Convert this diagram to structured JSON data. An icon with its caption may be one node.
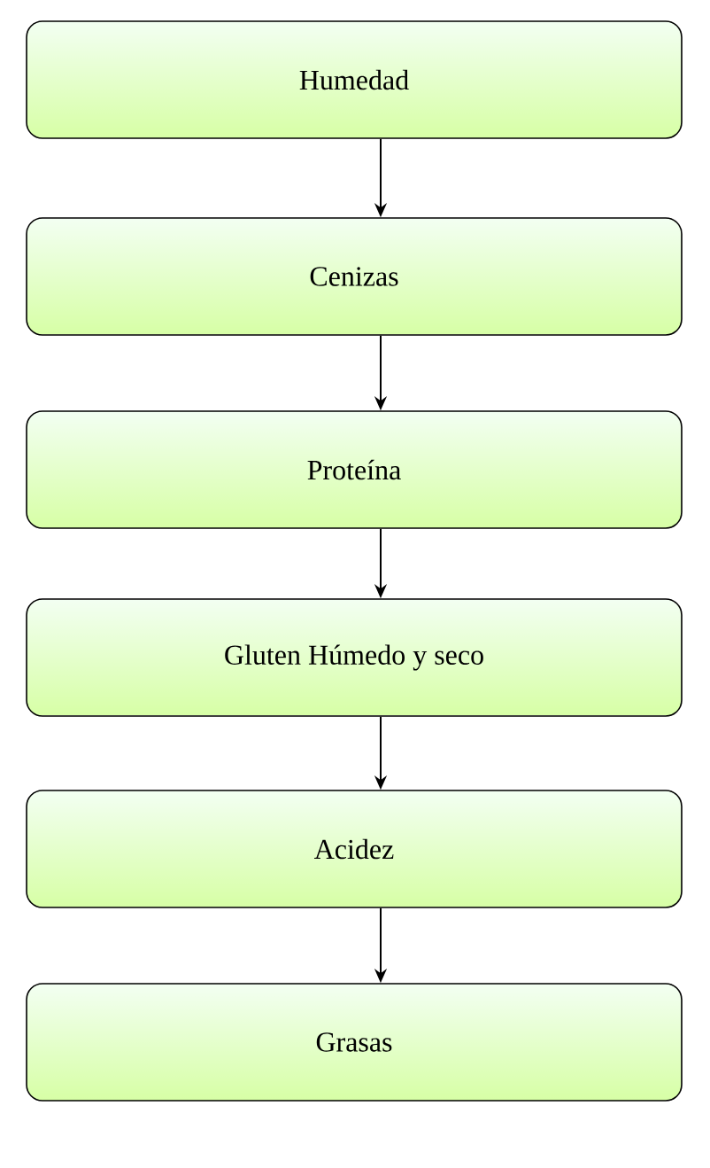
{
  "diagram": {
    "nodes": [
      {
        "text": [
          "Humedad"
        ]
      },
      {
        "text": [
          "Cenizas"
        ]
      },
      {
        "text": [
          "Proteína"
        ]
      },
      {
        "text": [
          "Gluten Húmedo y seco"
        ]
      },
      {
        "text": [
          "Acidez"
        ]
      },
      {
        "text": [
          "Grasas"
        ]
      }
    ],
    "edges": [
      {
        "from": 0,
        "to": 1,
        "arrow": "to"
      },
      {
        "from": 1,
        "to": 2,
        "arrow": "to"
      },
      {
        "from": 2,
        "to": 3,
        "arrow": "to"
      },
      {
        "from": 3,
        "to": 4,
        "arrow": "to"
      },
      {
        "from": 4,
        "to": 5,
        "arrow": "to"
      }
    ]
  }
}
